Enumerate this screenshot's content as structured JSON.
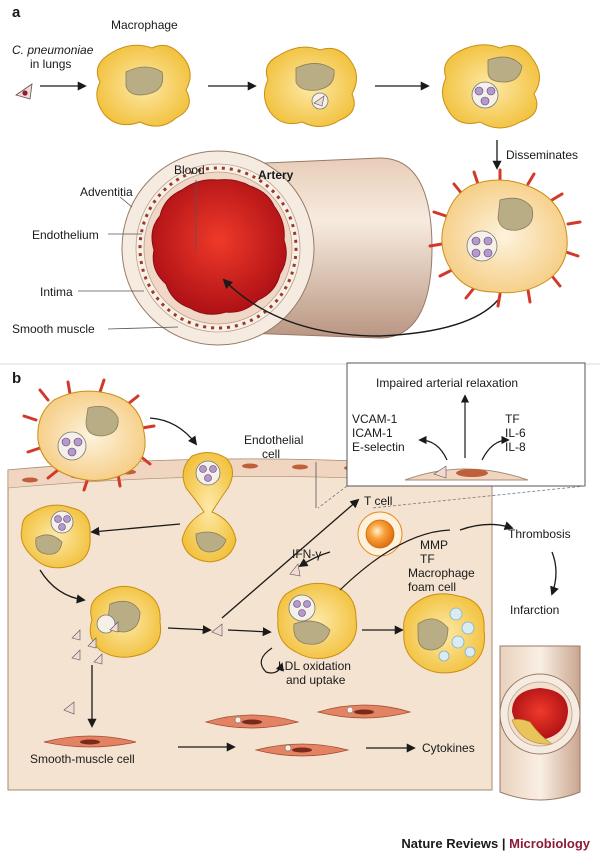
{
  "panels": {
    "a": "a",
    "b": "b"
  },
  "panel_a": {
    "bacterium_label_italic": "C. pneumoniae",
    "bacterium_label_rest": "in lungs",
    "macrophage": "Macrophage",
    "disseminates": "Disseminates",
    "artery": "Artery",
    "blood": "Blood",
    "adventitia": "Adventitia",
    "endothelium": "Endothelium",
    "intima": "Intima",
    "smooth_muscle": "Smooth muscle"
  },
  "panel_b": {
    "impaired": "Impaired arterial relaxation",
    "vcam": "VCAM-1",
    "icam": "ICAM-1",
    "eselectin": "E-selectin",
    "tf": "TF",
    "il6": "IL-6",
    "il8": "IL-8",
    "endothelial": "Endothelial",
    "cell": "cell",
    "tcell": "T cell",
    "ifn": "IFN-γ",
    "mmp": "MMP",
    "tf2": "TF",
    "thrombosis": "Thrombosis",
    "foam1": "Macrophage",
    "foam2": "foam cell",
    "ldl1": "LDL oxidation",
    "ldl2": "and uptake",
    "infarction": "Infarction",
    "smc": "Smooth-muscle cell",
    "cytokines": "Cytokines"
  },
  "footer": {
    "journal": "Nature Reviews",
    "separator": " | ",
    "field": "Microbiology"
  },
  "colors": {
    "macrophage": "#f2c23c",
    "cell_nucleus": "#b9ad86",
    "blood": "#d4111a",
    "tissue": "#f3e2cf",
    "spike": "#d13a2a",
    "tcell": "#f08a1e",
    "smooth_muscle": "#e28363"
  }
}
